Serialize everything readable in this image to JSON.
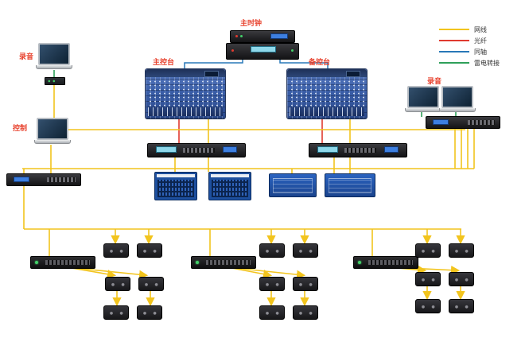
{
  "diagram": {
    "labels": {
      "master_clock": "主时钟",
      "main_console": "主控台",
      "backup_console": "备控台",
      "recording_left": "录音",
      "recording_right": "录音",
      "control": "控制"
    },
    "legend": {
      "items": [
        {
          "label": "网线",
          "color": "#f2c41d"
        },
        {
          "label": "光纤",
          "color": "#e03a2f"
        },
        {
          "label": "同轴",
          "color": "#2878b8"
        },
        {
          "label": "雷电转接",
          "color": "#2fa05a"
        }
      ]
    },
    "colors": {
      "label_red": "#e8432f",
      "console_blue": "#3a5ea8",
      "panel_blue": "#1d4f9e",
      "wire_yellow": "#f2c41d",
      "wire_red": "#e03a2f",
      "wire_blue": "#2878b8",
      "wire_green": "#2fa05a"
    }
  }
}
